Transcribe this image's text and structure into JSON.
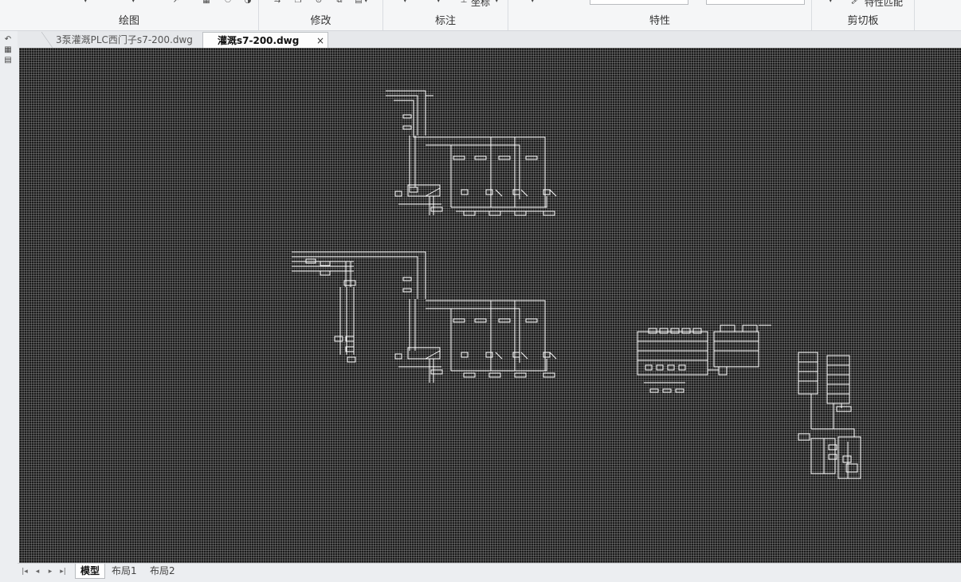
{
  "ribbon": {
    "groups": [
      {
        "label": "绘图"
      },
      {
        "label": "修改"
      },
      {
        "label": "标注"
      },
      {
        "label": "特性"
      },
      {
        "label": "剪切板"
      }
    ],
    "coordinate_label": "坐标",
    "match_properties_label": "特性匹配"
  },
  "tabs": [
    {
      "label": "3泵灌溉PLC西门子s7-200.dwg",
      "active": false
    },
    {
      "label": "灌溉s7-200.dwg",
      "active": true,
      "close": "×"
    }
  ],
  "layout_tabs": [
    {
      "label": "模型",
      "active": true
    },
    {
      "label": "布局1",
      "active": false
    },
    {
      "label": "布局2",
      "active": false
    }
  ],
  "nav_buttons": [
    "first",
    "prev",
    "next",
    "last"
  ],
  "colors": {
    "canvas_bg": "#1c1c1c",
    "drawing_lines": "#ffffff",
    "ribbon_bg": "#f5f6f7"
  }
}
